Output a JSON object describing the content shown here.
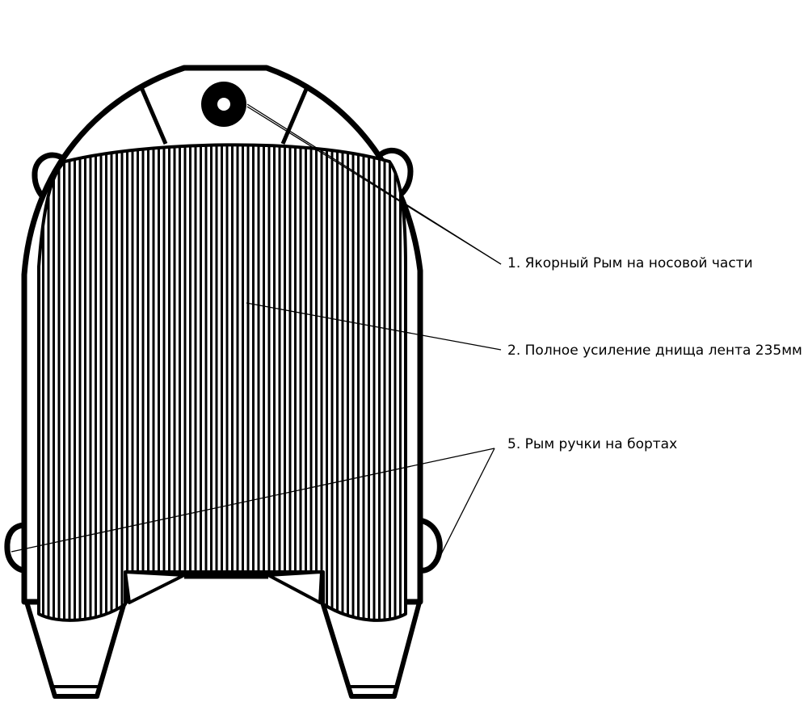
{
  "callouts": [
    {
      "number": "1.",
      "text": "Якорный Рым на носовой части"
    },
    {
      "number": "2.",
      "text": "Полное усиление днища лента 235мм"
    },
    {
      "number": "5.",
      "text": "Рым ручки на бортах"
    }
  ],
  "colors": {
    "stroke": "#000000",
    "fill": "#ffffff"
  }
}
